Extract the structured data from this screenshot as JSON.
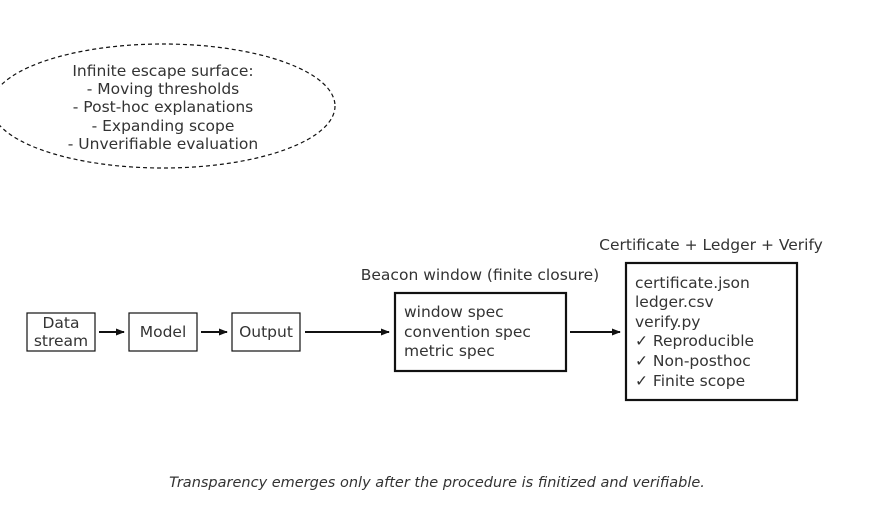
{
  "escape_surface": {
    "lines": [
      "Infinite escape surface:",
      "- Moving thresholds",
      "- Post-hoc explanations",
      "- Expanding scope",
      "- Unverifiable evaluation"
    ]
  },
  "pipeline": {
    "data_stream": [
      "Data",
      "stream"
    ],
    "model": "Model",
    "output": "Output"
  },
  "beacon": {
    "title": "Beacon window (finite closure)",
    "lines": [
      "window spec",
      "convention spec",
      "metric spec"
    ]
  },
  "certificate": {
    "title": "Certificate + Ledger + Verify",
    "lines": [
      "certificate.json",
      "ledger.csv",
      "verify.py",
      "✓ Reproducible",
      "✓ Non-posthoc",
      "✓ Finite scope"
    ]
  },
  "caption": "Transparency emerges only after the procedure is finitized and verifiable."
}
